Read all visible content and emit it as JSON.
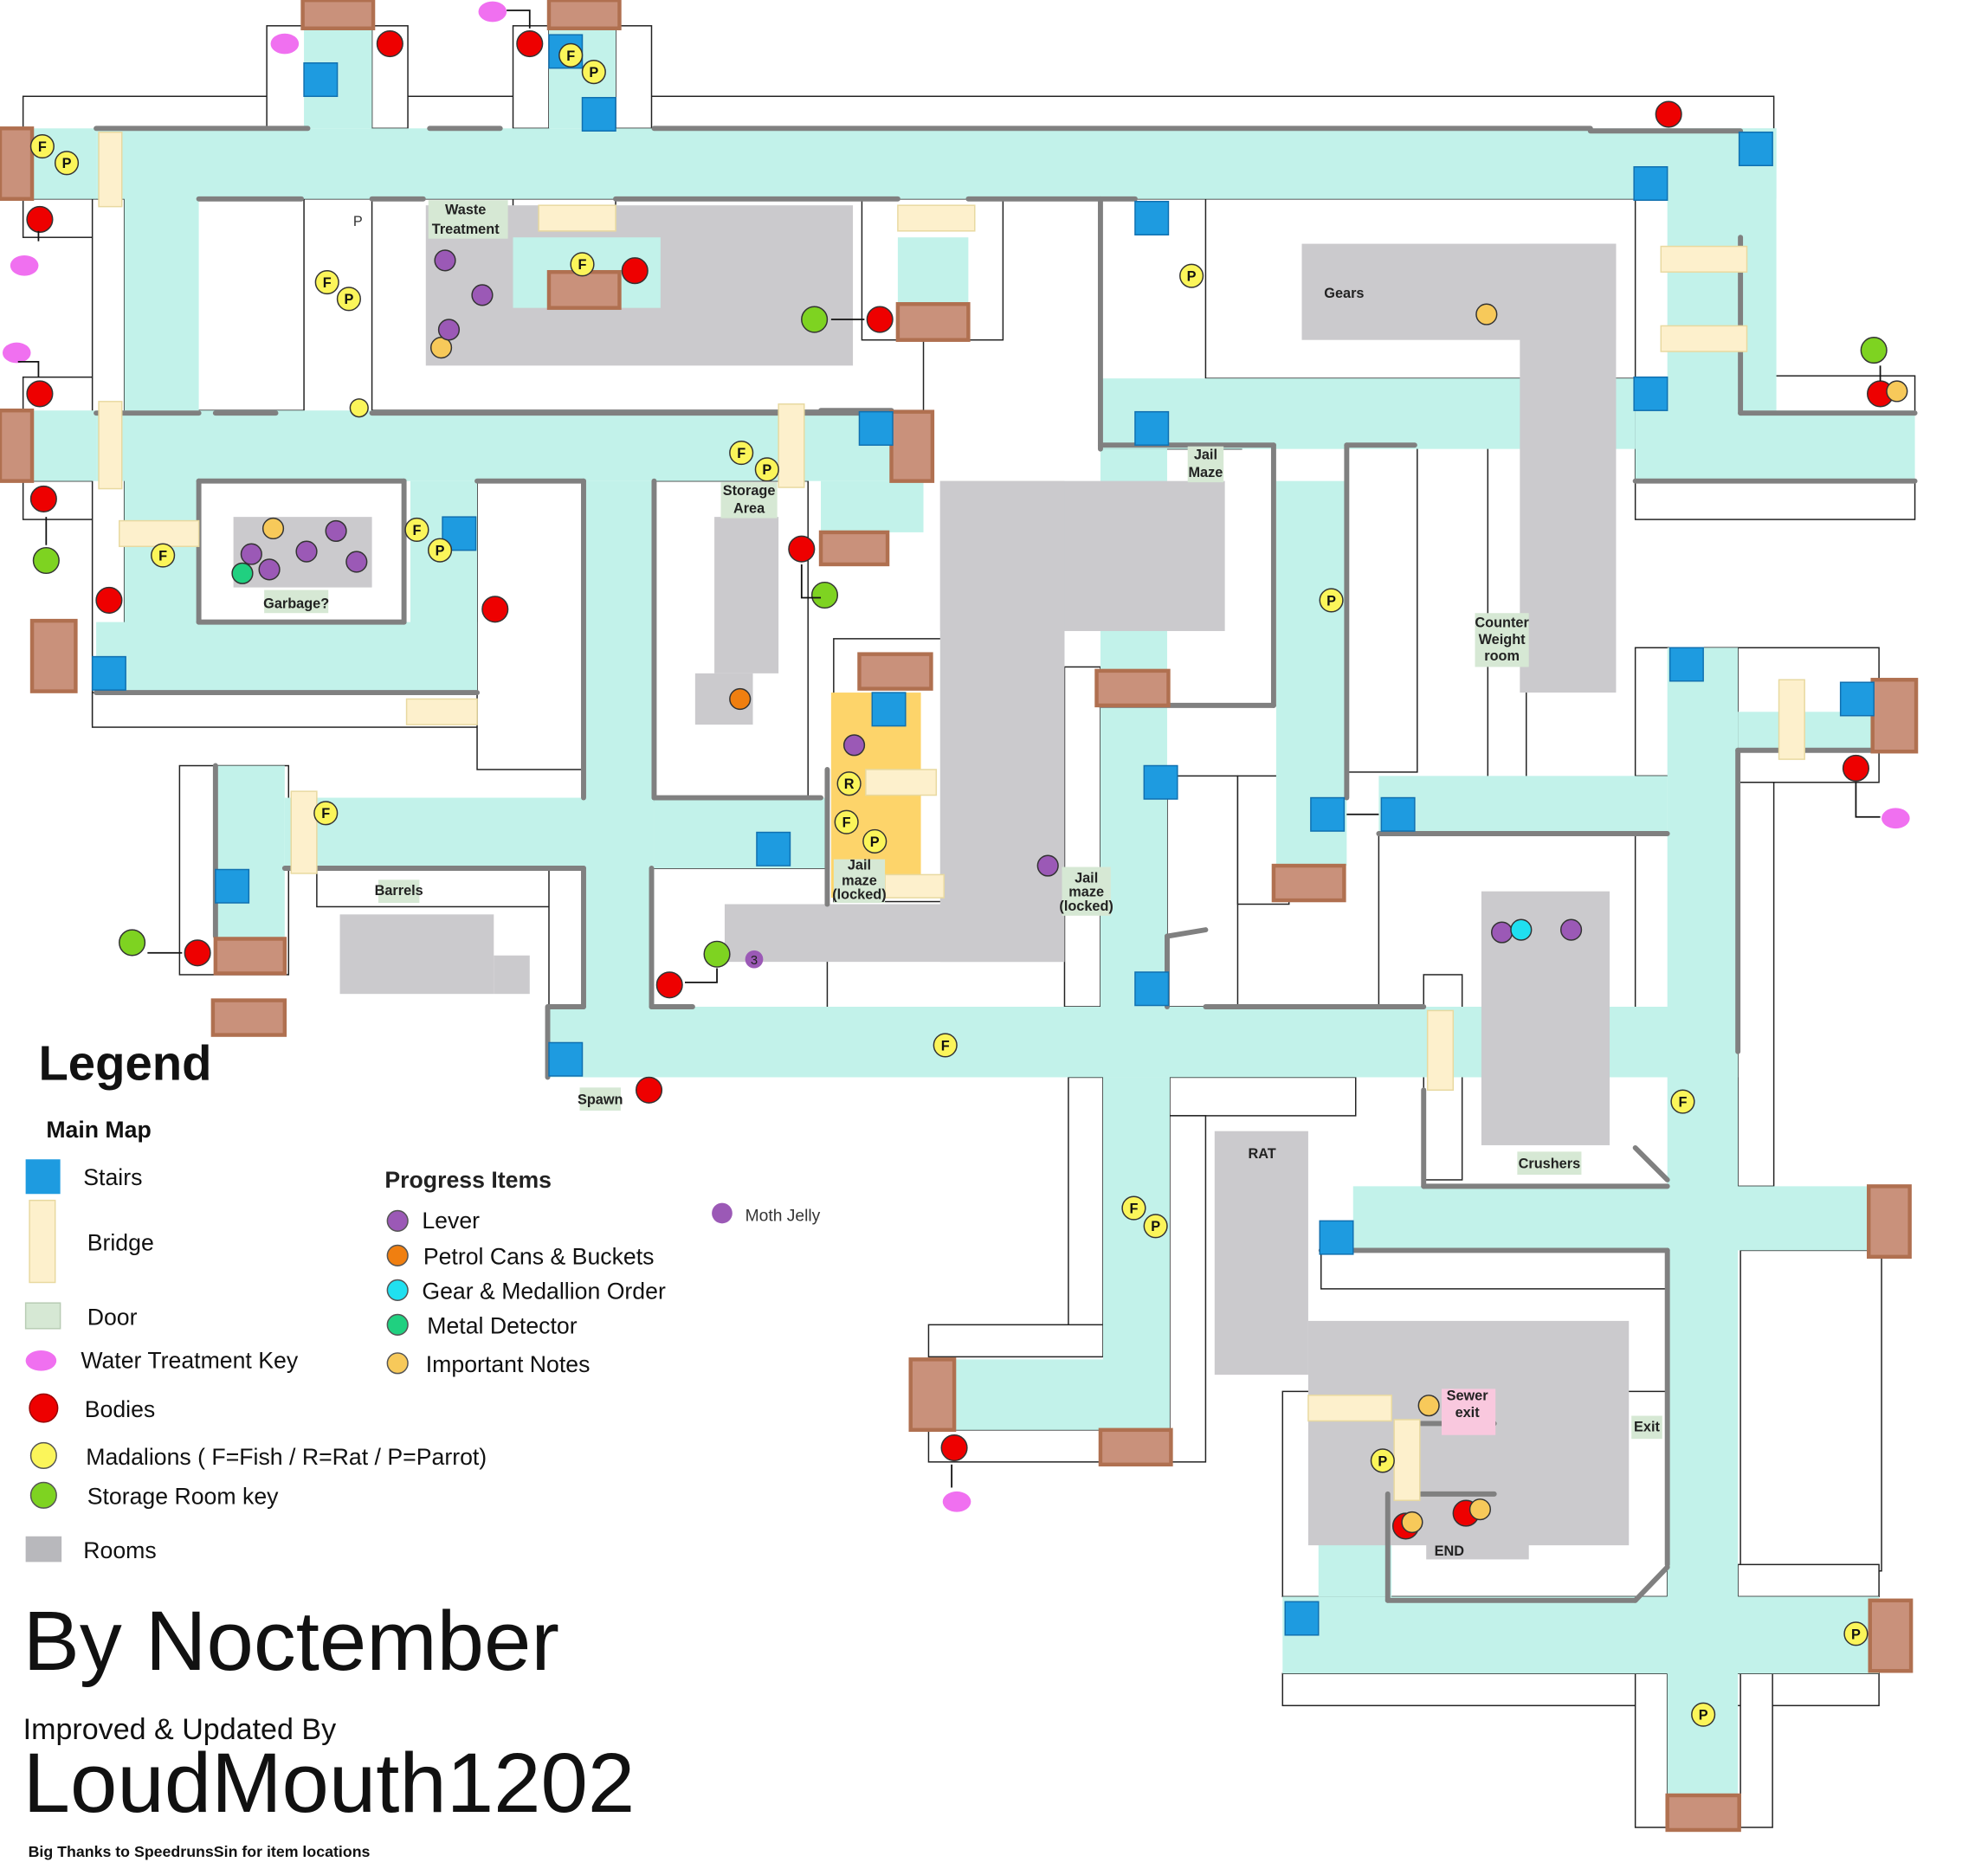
{
  "map": {
    "labels": {
      "waste_treatment": [
        "Waste",
        "Treatment"
      ],
      "gears": "Gears",
      "jail_maze": [
        "Jail",
        "Maze"
      ],
      "storage_area": [
        "Storage",
        "Area"
      ],
      "garbage": "Garbage?",
      "counter_weight": [
        "Counter",
        "Weight",
        "room"
      ],
      "jail_maze_locked_a": [
        "Jail",
        "maze",
        "(locked)"
      ],
      "jail_maze_locked_b": [
        "Jail",
        "maze",
        "(locked)"
      ],
      "barrels": "Barrels",
      "spawn": "Spawn",
      "rat": "RAT",
      "crushers": "Crushers",
      "sewer_exit": [
        "Sewer",
        "exit"
      ],
      "exit": "Exit",
      "end": "END",
      "stray_p": "P",
      "moth_count": "3"
    },
    "medallion_markers": [
      "F",
      "P",
      "F",
      "P",
      "F",
      "P",
      "F",
      "P",
      "F",
      "P",
      "F",
      "P",
      "F",
      "P",
      "F",
      "R",
      "F",
      "P",
      "F",
      "F",
      "F",
      "P",
      "P",
      "P",
      "P"
    ]
  },
  "legend": {
    "title": "Legend",
    "main_map_heading": "Main Map",
    "main_map": [
      "Stairs",
      "Bridge",
      "Door",
      "Water Treatment Key",
      "Bodies",
      "Madalions ( F=Fish / R=Rat / P=Parrot)",
      "Storage Room key",
      "Rooms"
    ],
    "progress_heading": "Progress Items",
    "progress": [
      "Lever",
      "Petrol Cans & Buckets",
      "Gear & Medallion Order",
      "Metal Detector",
      "Important Notes"
    ],
    "moth_jelly": "Moth Jelly"
  },
  "credits": {
    "author": "By Noctember",
    "improved_by": "Improved & Updated By",
    "updater": "LoudMouth1202",
    "thanks": "Big Thanks to SpeedrunsSin for item locations"
  },
  "colors": {
    "corridor": "#c2f2ea",
    "room": "#cbcacd",
    "stairs": "#1e9be0",
    "bridge": "#fdf0cc",
    "door": "#d6e8d4",
    "water_key": "#f070f0",
    "body": "#ee0000",
    "medallion": "#fbf55a",
    "storage_key": "#7ed321",
    "lever": "#9b59b6",
    "petrol": "#f07f10",
    "gear": "#20e0f0",
    "metal_detector": "#20d080",
    "notes": "#f7c95a",
    "block": "#c9917b",
    "jail_cell": "#fdd46a"
  }
}
